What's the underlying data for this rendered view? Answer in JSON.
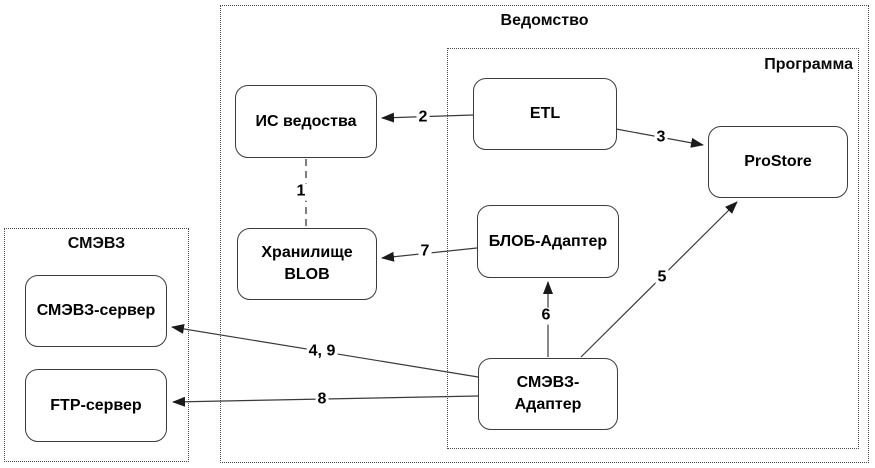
{
  "colors": {
    "background": "#ffffff",
    "line": "#3a3a3a",
    "text": "#000000",
    "border": "#3c3c3c"
  },
  "containers": {
    "vedomstvo": {
      "title": "Ведомство"
    },
    "programma": {
      "title": "Программа"
    },
    "smev": {
      "title": "СМЭВЗ"
    }
  },
  "nodes": {
    "is_vedostva": {
      "label": "ИС ведоства"
    },
    "etl": {
      "label": "ETL"
    },
    "prostore": {
      "label": "ProStore"
    },
    "blob_storage": {
      "line1": "Хранилище",
      "line2": "BLOB"
    },
    "blob_adapter": {
      "label": "БЛОБ-Адаптер"
    },
    "smev_adapter": {
      "line1": "СМЭВЗ-",
      "line2": "Адаптер"
    },
    "smev_server": {
      "label": "СМЭВЗ-сервер"
    },
    "ftp_server": {
      "label": "FTP-сервер"
    }
  },
  "edges": [
    {
      "label": "1",
      "from": "ИС ведоства",
      "to": "Хранилище BLOB",
      "style": "dashed",
      "arrow": false
    },
    {
      "label": "2",
      "from": "ETL",
      "to": "ИС ведоства",
      "style": "solid",
      "arrow": true
    },
    {
      "label": "3",
      "from": "ETL",
      "to": "ProStore",
      "style": "solid",
      "arrow": true
    },
    {
      "label": "4, 9",
      "from": "СМЭВЗ-Адаптер",
      "to": "СМЭВЗ-сервер",
      "style": "solid",
      "arrow": true
    },
    {
      "label": "5",
      "from": "СМЭВЗ-Адаптер",
      "to": "ProStore",
      "style": "solid",
      "arrow": true
    },
    {
      "label": "6",
      "from": "СМЭВЗ-Адаптер",
      "to": "БЛОБ-Адаптер",
      "style": "solid",
      "arrow": true
    },
    {
      "label": "7",
      "from": "БЛОБ-Адаптер",
      "to": "Хранилище BLOB",
      "style": "solid",
      "arrow": true
    },
    {
      "label": "8",
      "from": "СМЭВЗ-Адаптер",
      "to": "FTP-сервер",
      "style": "solid",
      "arrow": true
    }
  ]
}
